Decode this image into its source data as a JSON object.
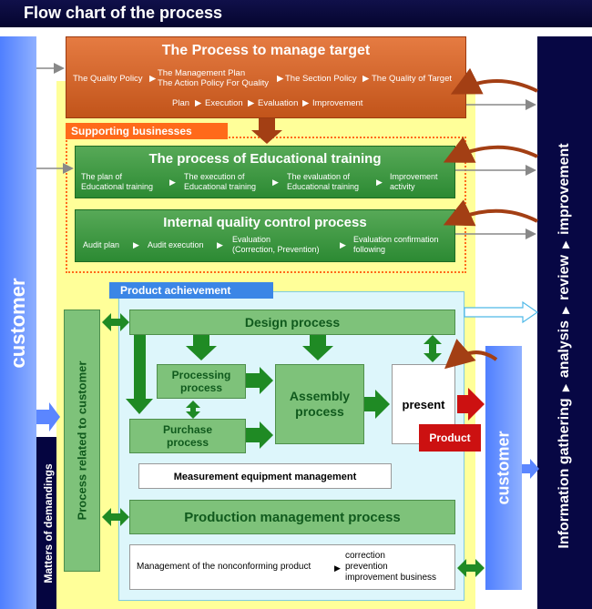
{
  "title": "Flow chart of the process",
  "customer_left": "customer",
  "customer_right": "customer",
  "matters": "Matters of demandings",
  "right_cycle": [
    "Information gathering",
    "analysis",
    "review",
    "improvement"
  ],
  "manage": {
    "title": "The Process to manage target",
    "row1": [
      "The Quality Policy",
      "The Management Plan\nThe Action Policy For Quality",
      "The Section Policy",
      "The Quality of Target"
    ],
    "row2": [
      "Plan",
      "Execution",
      "Evaluation",
      "Improvement"
    ]
  },
  "supporting": "Supporting businesses",
  "edu": {
    "title": "The process of Educational training",
    "steps": [
      "The plan of\nEducational training",
      "The execution of\nEducational training",
      "The evaluation of\nEducational training",
      "Improvement\nactivity"
    ]
  },
  "iqc": {
    "title": "Internal quality control process",
    "steps": [
      "Audit plan",
      "Audit execution",
      "Evaluation\n(Correction, Prevention)",
      "Evaluation confirmation\nfollowing"
    ]
  },
  "product_achievement": "Product achievement",
  "process_customer": "Process related to customer",
  "design": "Design process",
  "processing": "Processing\nprocess",
  "purchase": "Purchase\nprocess",
  "assembly": "Assembly\nprocess",
  "present": "present",
  "product": "Product",
  "measurement": "Measurement equipment management",
  "production": "Production management process",
  "nonconforming": {
    "label": "Management of the nonconforming product",
    "items": [
      "correction",
      "prevention",
      "improvement business"
    ]
  },
  "colors": {
    "navy": "#070744",
    "customer_blue": "#5b86ff",
    "orange": "#d4622b",
    "green": "#3b9a3f",
    "light_green": "#7ec27a",
    "yellow": "#ffff99",
    "cyan": "#ddf6fb",
    "red": "#cc1111",
    "brown_arrow": "#a33f14"
  }
}
